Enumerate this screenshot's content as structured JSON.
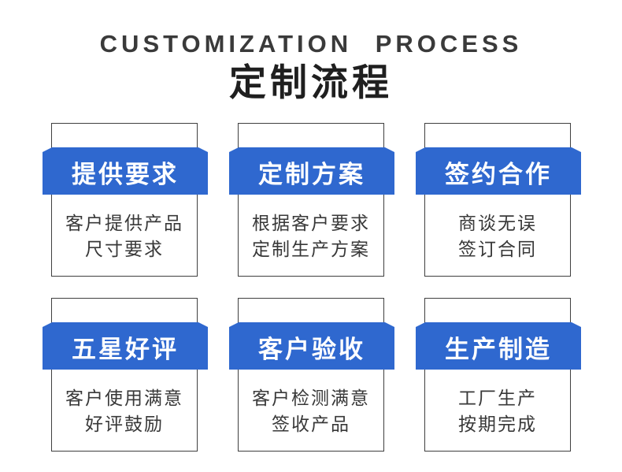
{
  "header": {
    "title_en": "CUSTOMIZATION PROCESS",
    "title_cn": "定制流程"
  },
  "colors": {
    "ribbon_blue": "#2f68cf",
    "ribbon_text": "#ffffff",
    "title_dark": "#3a3a3a",
    "body_text": "#383838",
    "card_border": "#3f3f3f",
    "background": "#ffffff"
  },
  "steps": [
    {
      "title": "提供要求",
      "desc": [
        "客户提供产品",
        "尺寸要求"
      ]
    },
    {
      "title": "定制方案",
      "desc": [
        "根据客户要求",
        "定制生产方案"
      ]
    },
    {
      "title": "签约合作",
      "desc": [
        "商谈无误",
        "签订合同"
      ]
    },
    {
      "title": "五星好评",
      "desc": [
        "客户使用满意",
        "好评鼓励"
      ]
    },
    {
      "title": "客户验收",
      "desc": [
        "客户检测满意",
        "签收产品"
      ]
    },
    {
      "title": "生产制造",
      "desc": [
        "工厂生产",
        "按期完成"
      ]
    }
  ]
}
